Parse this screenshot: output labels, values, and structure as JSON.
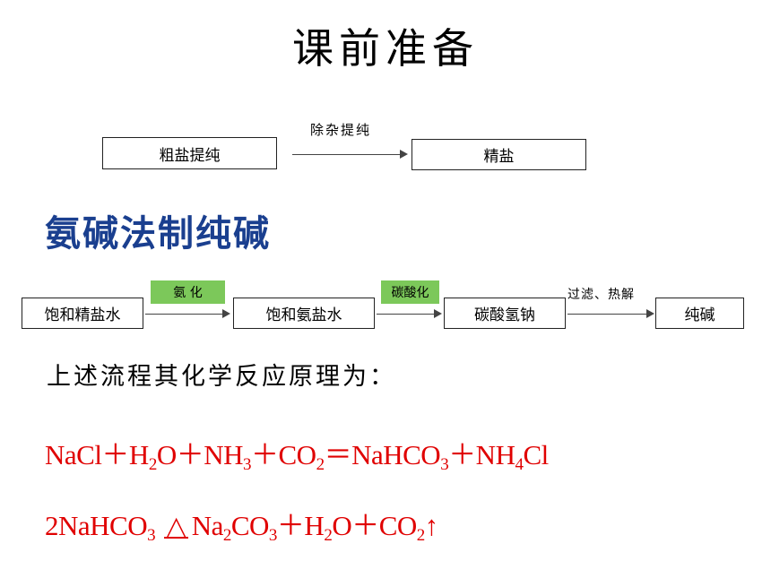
{
  "title": "课前准备",
  "purify": {
    "from": "粗盐提纯",
    "arrow_label": "除杂提纯",
    "to": "精盐"
  },
  "heading": "氨碱法制纯碱",
  "flow": {
    "step1": "饱和精盐水",
    "arrow1_tag": "氨  化",
    "step2": "饱和氨盐水",
    "arrow2_tag": "碳酸化",
    "step3": "碳酸氢钠",
    "arrow3_label": "过滤、热解",
    "step4": "纯碱"
  },
  "description": "上述流程其化学反应原理为：",
  "equations": {
    "eq1": {
      "t1": "NaCl＋H",
      "s1": "2",
      "t2": "O＋NH",
      "s2": "3",
      "t3": "＋CO",
      "s3": "2",
      "t4": "＝NaHCO",
      "s4": "3",
      "t5": "＋NH",
      "s5": "4",
      "t6": "Cl"
    },
    "eq2": {
      "t1": "2NaHCO",
      "s1": "3",
      "cond": "△",
      "t2": "Na",
      "s2": "2",
      "t3": "CO",
      "s3": "3",
      "t4": "＋H",
      "s4": "2",
      "t5": "O＋CO",
      "s5": "2",
      "t6": "↑"
    }
  },
  "colors": {
    "heading": "#1a3f8f",
    "equation": "#e00000",
    "tag_green": "#7cc85a"
  }
}
